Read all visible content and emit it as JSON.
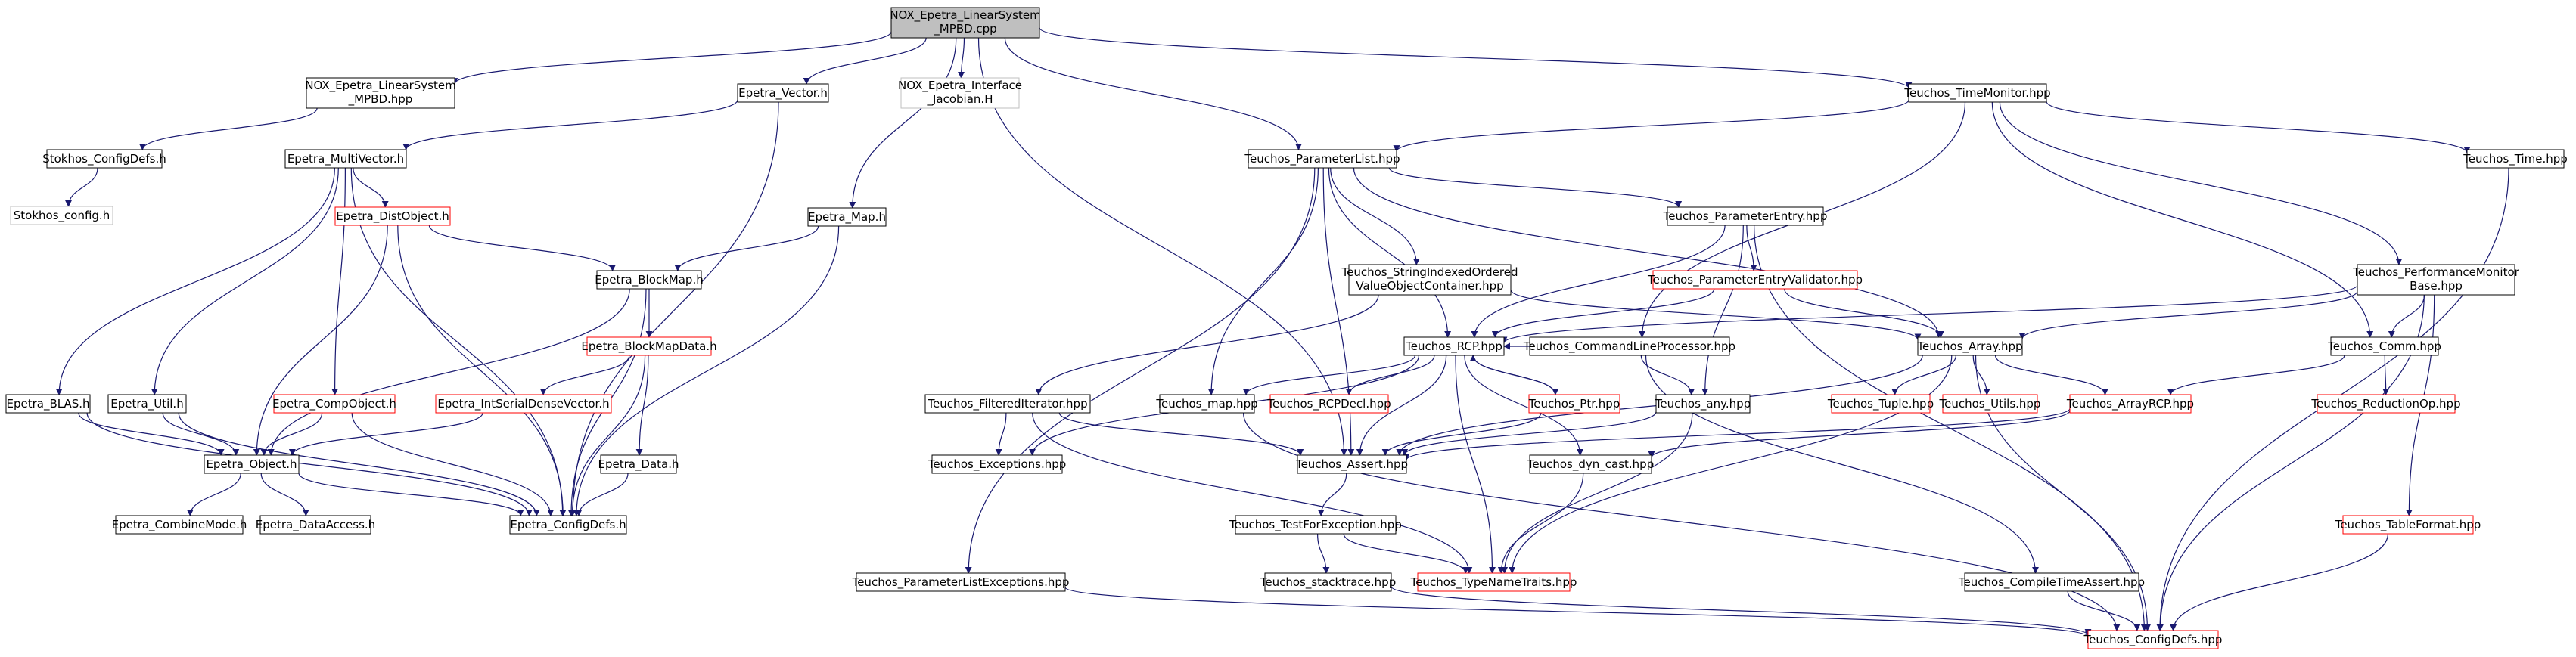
{
  "colors": {
    "edge": "#191970",
    "box": "#000000",
    "red": "#ff0000",
    "gray": "#bfbfbf",
    "root_fill": "#bfbfbf"
  },
  "nodes": {
    "root": {
      "label1": "NOX_Epetra_LinearSystem",
      "label2": "_MPBD.cpp",
      "style": "root"
    },
    "nox_lsmpbd_hpp": {
      "label1": "NOX_Epetra_LinearSystem",
      "label2": "_MPBD.hpp",
      "style": "black"
    },
    "epetra_vector": {
      "label1": "Epetra_Vector.h",
      "style": "black"
    },
    "nox_iface_jac": {
      "label1": "NOX_Epetra_Interface",
      "label2": "_Jacobian.H",
      "style": "gray"
    },
    "epetra_map": {
      "label1": "Epetra_Map.h",
      "style": "black"
    },
    "teuchos_paramlist": {
      "label1": "Teuchos_ParameterList.hpp",
      "style": "black"
    },
    "teuchos_timemonitor": {
      "label1": "Teuchos_TimeMonitor.hpp",
      "style": "black"
    },
    "stokhos_configdefs": {
      "label1": "Stokhos_ConfigDefs.h",
      "style": "black"
    },
    "stokhos_config": {
      "label1": "Stokhos_config.h",
      "style": "gray"
    },
    "epetra_multivector": {
      "label1": "Epetra_MultiVector.h",
      "style": "black"
    },
    "epetra_distobject": {
      "label1": "Epetra_DistObject.h",
      "style": "red"
    },
    "epetra_blockmap": {
      "label1": "Epetra_BlockMap.h",
      "style": "black"
    },
    "epetra_blockmapdata": {
      "label1": "Epetra_BlockMapData.h",
      "style": "red"
    },
    "epetra_intserial": {
      "label1": "Epetra_IntSerialDenseVector.h",
      "style": "red"
    },
    "epetra_data": {
      "label1": "Epetra_Data.h",
      "style": "black"
    },
    "epetra_blas": {
      "label1": "Epetra_BLAS.h",
      "style": "black"
    },
    "epetra_util": {
      "label1": "Epetra_Util.h",
      "style": "black"
    },
    "epetra_compobject": {
      "label1": "Epetra_CompObject.h",
      "style": "red"
    },
    "epetra_object": {
      "label1": "Epetra_Object.h",
      "style": "black"
    },
    "epetra_combinemode": {
      "label1": "Epetra_CombineMode.h",
      "style": "black"
    },
    "epetra_dataaccess": {
      "label1": "Epetra_DataAccess.h",
      "style": "black"
    },
    "epetra_configdefs": {
      "label1": "Epetra_ConfigDefs.h",
      "style": "black"
    },
    "teuchos_paramentry": {
      "label1": "Teuchos_ParameterEntry.hpp",
      "style": "black"
    },
    "teuchos_sioc": {
      "label1": "Teuchos_StringIndexedOrdered",
      "label2": "ValueObjectContainer.hpp",
      "style": "black"
    },
    "teuchos_peval": {
      "label1": "Teuchos_ParameterEntryValidator.hpp",
      "style": "red"
    },
    "teuchos_perfmon": {
      "label1": "Teuchos_PerformanceMonitor",
      "label2": "Base.hpp",
      "style": "black"
    },
    "teuchos_time": {
      "label1": "Teuchos_Time.hpp",
      "style": "black"
    },
    "teuchos_rcp": {
      "label1": "Teuchos_RCP.hpp",
      "style": "black"
    },
    "teuchos_clp": {
      "label1": "Teuchos_CommandLineProcessor.hpp",
      "style": "black"
    },
    "teuchos_array": {
      "label1": "Teuchos_Array.hpp",
      "style": "black"
    },
    "teuchos_comm": {
      "label1": "Teuchos_Comm.hpp",
      "style": "black"
    },
    "teuchos_filtered": {
      "label1": "Teuchos_FilteredIterator.hpp",
      "style": "black"
    },
    "teuchos_map": {
      "label1": "Teuchos_map.hpp",
      "style": "black"
    },
    "teuchos_rcpdecl": {
      "label1": "Teuchos_RCPDecl.hpp",
      "style": "red"
    },
    "teuchos_ptr": {
      "label1": "Teuchos_Ptr.hpp",
      "style": "red"
    },
    "teuchos_any": {
      "label1": "Teuchos_any.hpp",
      "style": "black"
    },
    "teuchos_tuple": {
      "label1": "Teuchos_Tuple.hpp",
      "style": "red"
    },
    "teuchos_utils": {
      "label1": "Teuchos_Utils.hpp",
      "style": "red"
    },
    "teuchos_arrayrcp": {
      "label1": "Teuchos_ArrayRCP.hpp",
      "style": "red"
    },
    "teuchos_reductionop": {
      "label1": "Teuchos_ReductionOp.hpp",
      "style": "red"
    },
    "teuchos_exceptions": {
      "label1": "Teuchos_Exceptions.hpp",
      "style": "black"
    },
    "teuchos_assert": {
      "label1": "Teuchos_Assert.hpp",
      "style": "black"
    },
    "teuchos_dyncast": {
      "label1": "Teuchos_dyn_cast.hpp",
      "style": "black"
    },
    "teuchos_testforexc": {
      "label1": "Teuchos_TestForException.hpp",
      "style": "black"
    },
    "teuchos_stacktrace": {
      "label1": "Teuchos_stacktrace.hpp",
      "style": "black"
    },
    "teuchos_typenametraits": {
      "label1": "Teuchos_TypeNameTraits.hpp",
      "style": "red"
    },
    "teuchos_plexc": {
      "label1": "Teuchos_ParameterListExceptions.hpp",
      "style": "black"
    },
    "teuchos_compiletimeassert": {
      "label1": "Teuchos_CompileTimeAssert.hpp",
      "style": "black"
    },
    "teuchos_tableformat": {
      "label1": "Teuchos_TableFormat.hpp",
      "style": "red"
    },
    "teuchos_configdefs": {
      "label1": "Teuchos_ConfigDefs.hpp",
      "style": "red"
    }
  }
}
